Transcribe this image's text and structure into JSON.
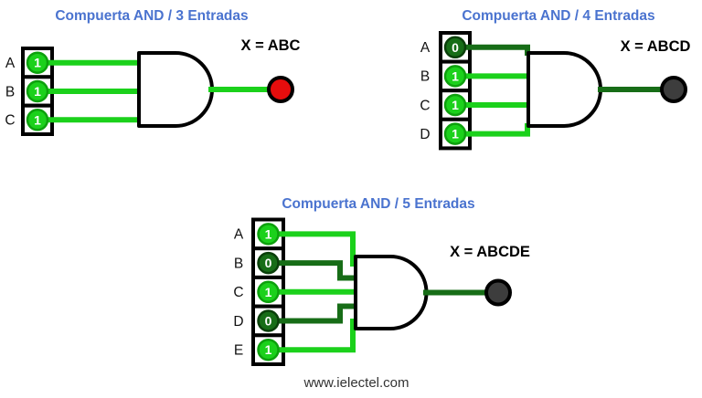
{
  "palette": {
    "title_blue": "#4a73cf",
    "on_green": "#1bd11b",
    "on_ring": "#0da00d",
    "off_green": "#176d17",
    "off_ring": "#0a3f0a",
    "output_high_red": "#e60d0d",
    "output_low_gray": "#3d3d3d",
    "footer_gray": "#333333"
  },
  "footer": {
    "text": "www.ielectel.com"
  },
  "diagrams": [
    {
      "title": "Compuerta AND / 3 Entradas",
      "gate_type": "AND",
      "inputs": [
        {
          "label": "A",
          "value": "1",
          "color": "#1bd11b",
          "ring": "#0da00d"
        },
        {
          "label": "B",
          "value": "1",
          "color": "#1bd11b",
          "ring": "#0da00d"
        },
        {
          "label": "C",
          "value": "1",
          "color": "#1bd11b",
          "ring": "#0da00d"
        }
      ],
      "output": {
        "label": "X = ABC",
        "wire_color": "#1bd11b",
        "color": "#e60d0d"
      }
    },
    {
      "title": "Compuerta AND / 4 Entradas",
      "gate_type": "AND",
      "inputs": [
        {
          "label": "A",
          "value": "0",
          "color": "#176d17",
          "ring": "#0a3f0a"
        },
        {
          "label": "B",
          "value": "1",
          "color": "#1bd11b",
          "ring": "#0da00d"
        },
        {
          "label": "C",
          "value": "1",
          "color": "#1bd11b",
          "ring": "#0da00d"
        },
        {
          "label": "D",
          "value": "1",
          "color": "#1bd11b",
          "ring": "#0da00d"
        }
      ],
      "output": {
        "label": "X = ABCD",
        "wire_color": "#176d17",
        "color": "#3d3d3d"
      }
    },
    {
      "title": "Compuerta AND / 5 Entradas",
      "gate_type": "AND",
      "inputs": [
        {
          "label": "A",
          "value": "1",
          "color": "#1bd11b",
          "ring": "#0da00d"
        },
        {
          "label": "B",
          "value": "0",
          "color": "#176d17",
          "ring": "#0a3f0a"
        },
        {
          "label": "C",
          "value": "1",
          "color": "#1bd11b",
          "ring": "#0da00d"
        },
        {
          "label": "D",
          "value": "0",
          "color": "#176d17",
          "ring": "#0a3f0a"
        },
        {
          "label": "E",
          "value": "1",
          "color": "#1bd11b",
          "ring": "#0da00d"
        }
      ],
      "output": {
        "label": "X = ABCDE",
        "wire_color": "#176d17",
        "color": "#3d3d3d"
      }
    }
  ]
}
